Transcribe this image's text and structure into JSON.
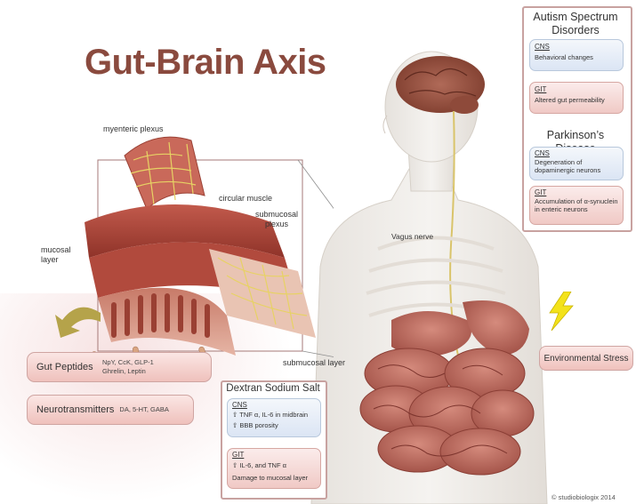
{
  "title": "Gut-Brain Axis",
  "labels": {
    "myenteric_plexus": "myenteric plexus",
    "circular_muscle": "circular muscle",
    "submucosal_plexus": "submucosal plexus",
    "mucosal_layer": "mucosal layer",
    "submucosal_layer": "submucosal layer",
    "vagus_nerve": "Vagus nerve"
  },
  "autism": {
    "title": "Autism Spectrum Disorders",
    "cns_head": "CNS",
    "cns_text": "Behavioral changes",
    "git_head": "GIT",
    "git_text": "Altered gut permeability"
  },
  "parkinsons": {
    "title": "Parkinson’s Disease",
    "cns_head": "CNS",
    "cns_text": "Degeneration of dopaminergic neurons",
    "git_head": "GIT",
    "git_text": "Accumulation of α-synuclein in enteric neurons"
  },
  "gut_peptides": {
    "label": "Gut Peptides",
    "line1": "NpY,  CcK,  GLP-1",
    "line2": "Ghrelin,  Leptin"
  },
  "neurotransmitters": {
    "label": "Neurotransmitters",
    "values": "DA,  5-HT,  GABA"
  },
  "dextran": {
    "title": "Dextran Sodium Salt",
    "cns_head": "CNS",
    "cns_line1": "TNF α, IL-6 in midbrain",
    "cns_line2": "BBB porosity",
    "git_head": "GIT",
    "git_line1": "IL-6, and TNF  α",
    "git_line2": "Damage to mucosal layer"
  },
  "environmental_stress": "Environmental Stress",
  "copyright": "© studiobiologix 2014",
  "colors": {
    "title": "#8a4a3e",
    "panel_border": "#c8a2a0",
    "cns_box": "#dbe5f4",
    "git_box": "#f0c9c5",
    "lightning": "#f3e21a",
    "arrow": "#b5a34a"
  },
  "icons": [
    "up-arrow-icon",
    "lightning-icon",
    "curved-arrow-icon"
  ]
}
